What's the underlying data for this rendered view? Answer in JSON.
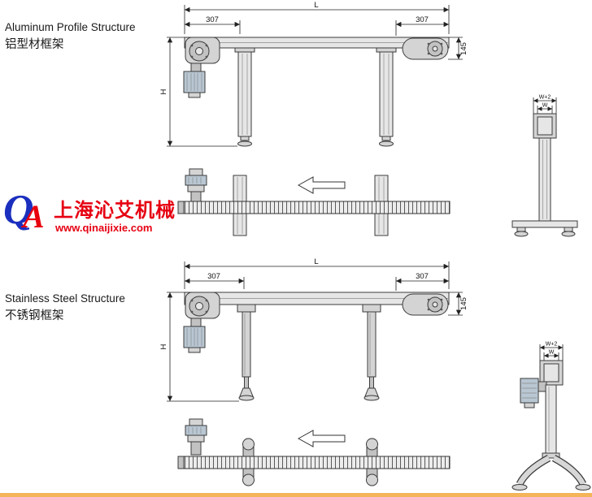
{
  "logo": {
    "monogram_q": "Q",
    "monogram_a": "A",
    "brand": "上海沁艾机械",
    "url": "www.qinaijixie.com",
    "color_red": "#e60012",
    "color_blue": "#1b2fbe"
  },
  "sections": [
    {
      "title_en": "Aluminum Profile Structure",
      "title_zh": "铝型材框架",
      "dim_L": "L",
      "dim_left": "307",
      "dim_right": "307",
      "dim_145": "145",
      "dim_H": "H",
      "dim_w2": "W+2",
      "dim_w": "W"
    },
    {
      "title_en": "Stainless Steel Structure",
      "title_zh": "不锈钢框架",
      "dim_L": "L",
      "dim_left": "307",
      "dim_right": "307",
      "dim_145": "145",
      "dim_H": "H",
      "dim_w2": "W+2",
      "dim_w": "W"
    }
  ]
}
